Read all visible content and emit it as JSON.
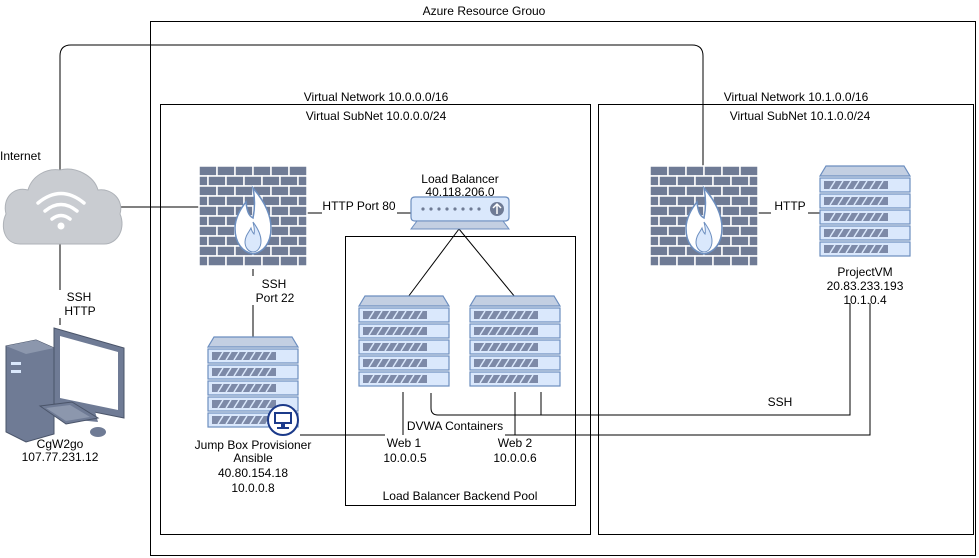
{
  "groups": {
    "resource_group": "Azure Resource Grouo",
    "vnet1": "Virtual Network 10.0.0.0/16",
    "subnet1": "Virtual SubNet 10.0.0.0/24",
    "vnet2": "Virtual Network 10.1.0.0/16",
    "subnet2": "Virtual SubNet 10.1.0.0/24",
    "backend_pool": "Load Balancer Backend Pool",
    "containers": "DVWA Containers"
  },
  "nodes": {
    "internet": {
      "label": "Internet",
      "icon": "cloud-wifi-icon"
    },
    "client": {
      "name": "CgW2go",
      "ip": "107.77.231.12",
      "icon": "desktop-computer-icon"
    },
    "firewall1": {
      "icon": "firewall-icon"
    },
    "firewall2": {
      "icon": "firewall-icon"
    },
    "load_balancer": {
      "title": "Load Balancer",
      "ip": "40.118.206.0",
      "icon": "load-balancer-icon"
    },
    "jump_box": {
      "title": "Jump Box Provisioner",
      "subtitle": "Ansible",
      "public_ip": "40.80.154.18",
      "private_ip": "10.0.0.8",
      "icon": "server-icon"
    },
    "web1": {
      "name": "Web 1",
      "ip": "10.0.0.5",
      "icon": "server-icon"
    },
    "web2": {
      "name": "Web 2",
      "ip": "10.0.0.6",
      "icon": "server-icon"
    },
    "project_vm": {
      "name": "ProjectVM",
      "public_ip": "20.83.233.193",
      "private_ip": "10.1.0.4",
      "icon": "server-icon"
    }
  },
  "edges": {
    "client_proto_1": "SSH",
    "client_proto_2": "HTTP",
    "http_port": "HTTP Port 80",
    "ssh": "SSH",
    "port22": "Port 22",
    "http": "HTTP",
    "ssh_vm": "SSH"
  },
  "colors": {
    "device_fill": "#dae8fc",
    "device_stroke": "#6c8ebf",
    "brick_fill": "#6f7b95",
    "cloud_fill": "#c9ccd1",
    "line": "#000000"
  }
}
